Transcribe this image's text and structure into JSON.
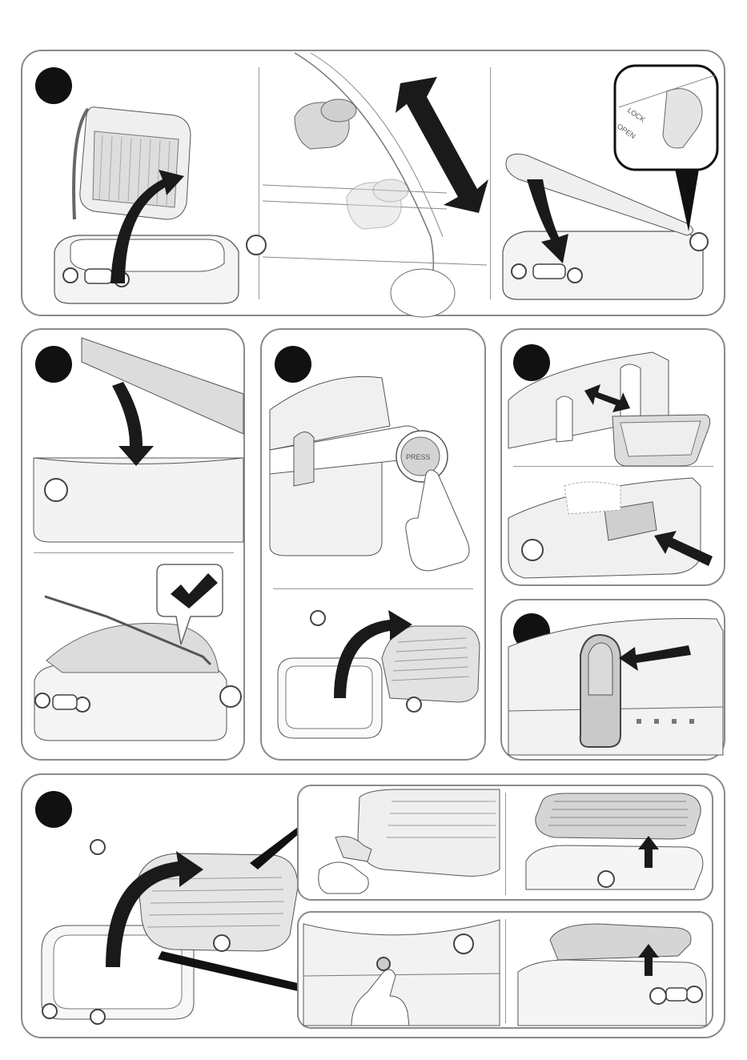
{
  "labels": {
    "lock": "LOCK",
    "open": "OPEN",
    "press": "PRESS"
  },
  "colors": {
    "outline": "#8a8a8a",
    "step_badge": "#111111",
    "arrow": "#1a1a1a",
    "appliance_shade": "#e6e6e6"
  },
  "icons": [
    "checkmark-icon",
    "arrow-icon"
  ]
}
